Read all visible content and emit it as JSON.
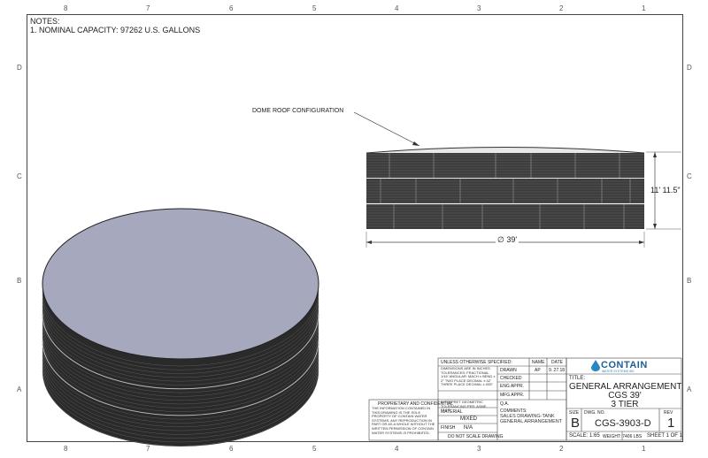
{
  "sheet": {
    "zones_cols": [
      "8",
      "7",
      "6",
      "5",
      "4",
      "3",
      "2",
      "1"
    ],
    "zones_rows": [
      "D",
      "C",
      "B",
      "A"
    ]
  },
  "notes": {
    "heading": "NOTES:",
    "line1": "1. NOMINAL CAPACITY: 97262 U.S. GALLONS"
  },
  "views": {
    "callout": "DOME ROOF CONFIGURATION",
    "dim_height": "11' 11.5\"",
    "dim_diameter": "∅ 39'"
  },
  "title_block": {
    "unless_specified": "UNLESS OTHERWISE SPECIFIED:",
    "name_hdr": "NAME",
    "date_hdr": "DATE",
    "tol_text": "DIMENSIONS ARE IN INCHES TOLERANCES: FRACTIONAL 1/16' ANGULAR: MACH ± BEND ± 2° TWO PLACE DECIMAL ±.02\" THREE PLACE DECIMAL ±.005\"",
    "drawn_lbl": "DRAWN",
    "drawn_name": "AP",
    "drawn_date": "9. 27.18",
    "checked_lbl": "CHECKED",
    "eng_lbl": "ENG APPR.",
    "mfg_lbl": "MFG APPR.",
    "qa_lbl": "Q.A.",
    "comments_lbl": "COMMENTS:",
    "comments": "SALES DRAWING-TANK GENERAL ARRANGEMENT",
    "interpret": "INTERPRET GEOMETRIC TOLERANCING PER: ASME Y14.5",
    "material_lbl": "MATERIAL",
    "material": "MIXED",
    "finish_lbl": "FINISH",
    "finish": "N/A",
    "no_scale": "DO NOT SCALE DRAWING",
    "prop_title": "PROPRIETARY AND CONFIDENTIAL",
    "prop_text": "THE INFORMATION CONTAINED IN THIS DRAWING IS THE SOLE PROPERTY OF CONTAIN WATER SYSTEMS. ANY REPRODUCTION IN PART OR AS A WHOLE WITHOUT THE WRITTEN PERMISSION OF CONTAIN WATER SYSTEMS IS PROHIBITED.",
    "logo_word": "CONTAIN",
    "logo_sub": "WATER SYSTEMS INC",
    "title_lbl": "TITLE:",
    "title1": "GENERAL ARRANGEMENT",
    "title2": "CGS 39'",
    "title3": "3 TIER",
    "size_lbl": "SIZE",
    "size": "B",
    "dwg_lbl": "DWG. NO.",
    "dwg_no": "CGS-3903-D",
    "rev_lbl": "REV",
    "rev": "1",
    "scale": "SCALE: 1:65",
    "weight": "WEIGHT: 7406 LBS",
    "sheet": "SHEET 1 OF 1"
  },
  "colors": {
    "line": "#333333",
    "tank_top": "#a6a8bd",
    "tank_side": "#2a2a2a",
    "logo_blue": "#2b86c5"
  }
}
